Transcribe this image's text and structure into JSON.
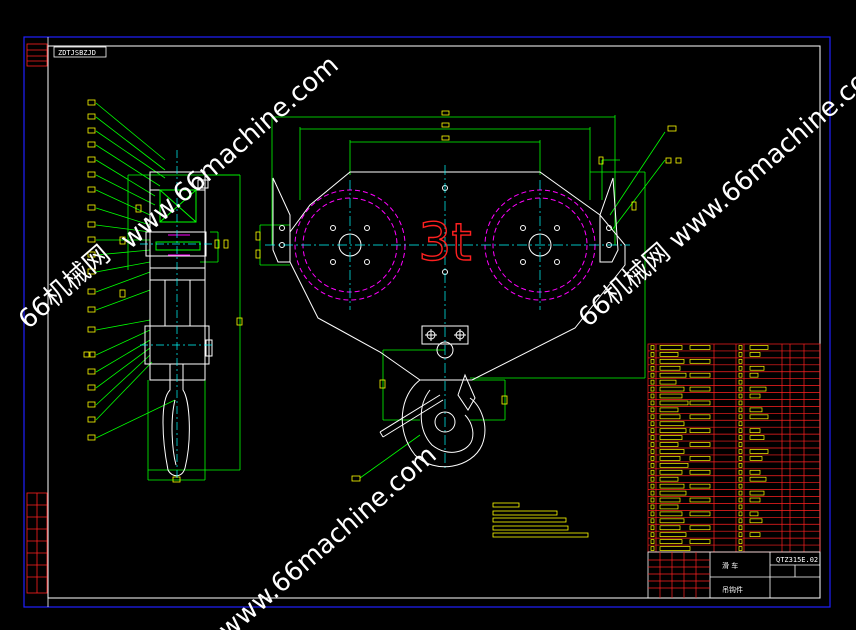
{
  "drawing": {
    "code_box": "ZDTJSBZJD",
    "title_code": "QTZ315E.02",
    "title_name_left": "滑 车",
    "title_name_bottom": "吊钩件",
    "capacity_label": "3t"
  },
  "watermarks": {
    "site": "www.66machine.com",
    "brand_site": "66机械网 www.66machine.com",
    "brand": "66机械网"
  },
  "colors": {
    "background": "#000000",
    "frame": "#2020ff",
    "outline": "#ffffff",
    "dim": "#00ff00",
    "center": "#00ffff",
    "hidden": "#ff00ff",
    "capacity": "#ff2020",
    "table": "#ff2020",
    "text": "#ffff00"
  }
}
